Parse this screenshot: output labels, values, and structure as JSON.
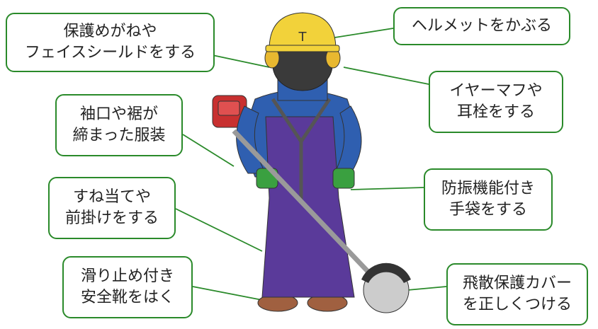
{
  "callouts": [
    {
      "id": "goggles",
      "lines": [
        "保護めがねや",
        "フェイスシールドをする"
      ]
    },
    {
      "id": "helmet",
      "lines": [
        "ヘルメットをかぶる"
      ]
    },
    {
      "id": "earmuffs",
      "lines": [
        "イヤーマフや",
        "耳栓をする"
      ]
    },
    {
      "id": "clothing",
      "lines": [
        "袖口や裾が",
        "締まった服装"
      ]
    },
    {
      "id": "gloves",
      "lines": [
        "防振機能付き",
        "手袋をする"
      ]
    },
    {
      "id": "apron",
      "lines": [
        "すね当てや",
        "前掛けをする"
      ]
    },
    {
      "id": "boots",
      "lines": [
        "滑り止め付き",
        "安全靴をはく"
      ]
    },
    {
      "id": "guard",
      "lines": [
        "飛散保護カバー",
        "を正しくつける"
      ]
    }
  ],
  "colors": {
    "callout_border": "#2a8a2a",
    "helmet": "#f2d23a",
    "earmuff": "#e8b830",
    "jacket": "#2f5fb0",
    "apron": "#5a3a9a",
    "glove": "#3aa040",
    "engine": "#c83030",
    "boot": "#a06040",
    "face": "#3a3a3a"
  },
  "icons": {
    "helmet_mark": "T"
  }
}
